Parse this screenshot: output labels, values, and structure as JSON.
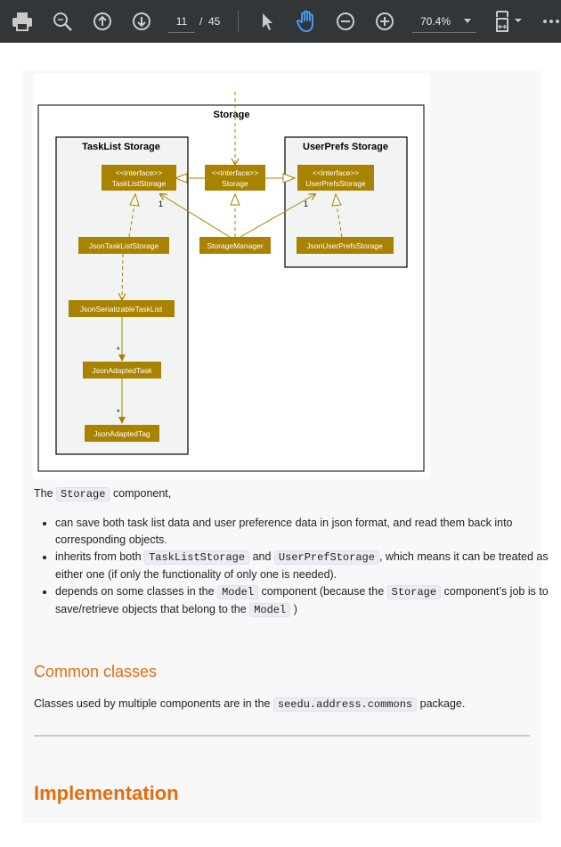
{
  "toolbar": {
    "icons": [
      "print-icon",
      "zoom-search-icon",
      "page-up-icon",
      "page-down-icon",
      "select-arrow-icon",
      "hand-tool-icon",
      "zoom-out-icon",
      "zoom-in-icon",
      "page-fit-icon",
      "more-icon"
    ],
    "current_page": "11",
    "page_separator": "/",
    "total_pages": "45",
    "zoom": "70.4%"
  },
  "diagram": {
    "outer_title": "Storage",
    "left_package": "TaskList Storage",
    "right_package": "UserPrefs Storage",
    "node_tasklist_interface_line1": "<<interface>>",
    "node_tasklist_interface_line2": "TaskListStorage",
    "node_storage_interface_line1": "<<interface>>",
    "node_storage_interface_line2": "Storage",
    "node_userprefs_interface_line1": "<<interface>>",
    "node_userprefs_interface_line2": "UserPrefsStorage",
    "node_json_tasklist_storage": "JsonTaskListStorage",
    "node_storage_manager": "StorageManager",
    "node_json_userprefs_storage": "JsonUserPrefsStorage",
    "node_json_serializable_tasklist": "JsonSerializableTaskList",
    "node_json_adapted_task": "JsonAdaptedTask",
    "node_json_adapted_tag": "JsonAdaptedTag",
    "mult_left": "1",
    "mult_right": "1",
    "mult_task": "*",
    "mult_tag": "*",
    "node_color": "#a98300",
    "package_color": "#f1f4f2"
  },
  "doc": {
    "p1_pre": "The",
    "p1_code": "Storage",
    "p1_post": "component,",
    "b1": "can save both task list data and user preference data in json format, and read them back into corresponding objects.",
    "b2_pre": "inherits from both",
    "b2_code1": "TaskListStorage",
    "b2_mid": "and",
    "b2_code2": "UserPrefStorage",
    "b2_post": ", which means it can be treated as either one (if only the functionality of only one is needed).",
    "b3_pre": "depends on some classes in the",
    "b3_code1": "Model",
    "b3_mid": "component (because the",
    "b3_code2": "Storage",
    "b3_mid2": "component’s job is to save/retrieve objects that belong to the",
    "b3_code3": "Model",
    "b3_post": ")",
    "heading_common": "Common classes",
    "p2_pre": "Classes used by multiple components are in the",
    "p2_code": "seedu.address.commons",
    "p2_post": "package.",
    "heading_impl": "Implementation",
    "heading_color": "#e46c0a"
  }
}
